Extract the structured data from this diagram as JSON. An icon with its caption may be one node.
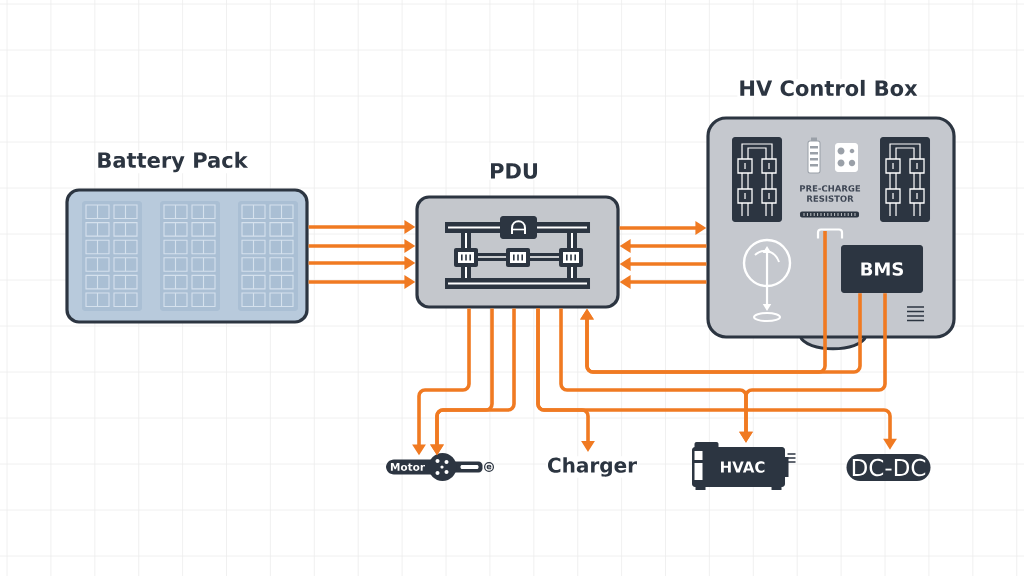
{
  "diagram": {
    "nodes": [
      {
        "text": [
          "Battery Pack"
        ]
      },
      {
        "text": [
          "PDU"
        ]
      },
      {
        "text": [
          "HV Control Box"
        ]
      },
      {
        "text": [
          "BMS"
        ],
        "in": 2
      },
      {
        "text": [
          "PRE-CHARGE RESISTOR"
        ],
        "in": 2
      },
      {
        "text": [
          "Motor",
          "e"
        ]
      },
      {
        "text": [
          "Charger"
        ]
      },
      {
        "text": [
          "HVAC"
        ]
      },
      {
        "text": [
          "DC-DC"
        ]
      }
    ],
    "edges": [
      {
        "from": 0,
        "to": 1,
        "arrow": "to"
      },
      {
        "from": 0,
        "to": 1,
        "arrow": "to"
      },
      {
        "from": 0,
        "to": 1,
        "arrow": "to"
      },
      {
        "from": 0,
        "to": 1,
        "arrow": "to"
      },
      {
        "from": 1,
        "to": 2,
        "arrow": "to"
      },
      {
        "from": 2,
        "to": 1,
        "arrow": "to"
      },
      {
        "from": 2,
        "to": 1,
        "arrow": "to"
      },
      {
        "from": 2,
        "to": 1,
        "arrow": "to"
      },
      {
        "from": 1,
        "to": 5,
        "arrow": "to"
      },
      {
        "from": 1,
        "to": 5,
        "arrow": "to"
      },
      {
        "from": 1,
        "to": 5,
        "arrow": "to"
      },
      {
        "from": 1,
        "to": 6,
        "arrow": "to"
      },
      {
        "from": 1,
        "to": 8,
        "arrow": "to"
      },
      {
        "from": 1,
        "to": 7,
        "arrow": "to"
      },
      {
        "from": 3,
        "to": 7,
        "arrow": "to"
      },
      {
        "from": 3,
        "to": 1,
        "arrow": "to"
      },
      {
        "from": 4,
        "to": 1,
        "arrow": "to"
      }
    ]
  }
}
